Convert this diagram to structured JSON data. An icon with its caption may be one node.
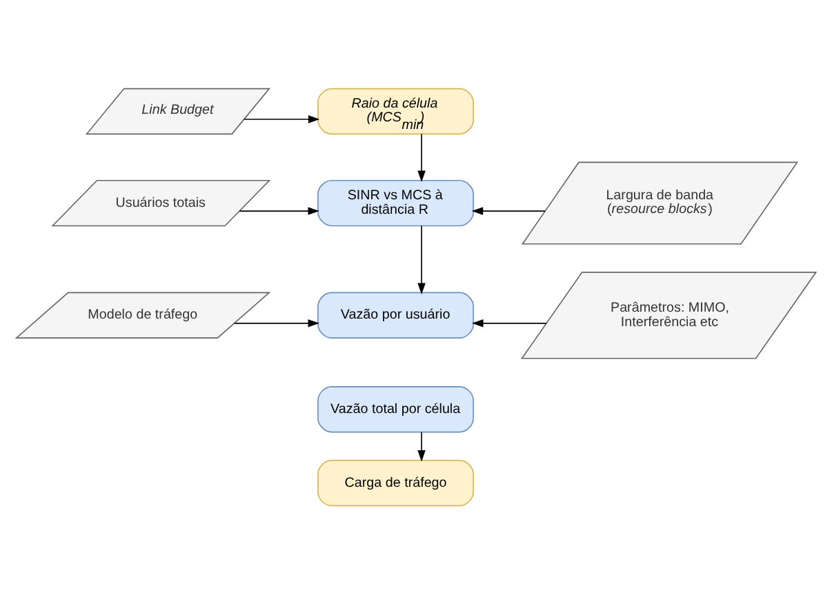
{
  "diagram": {
    "nodes": [
      {
        "text": [
          "Link Budget"
        ]
      },
      {
        "text": [
          "Raio da célula (MCS$_{min}$)"
        ]
      },
      {
        "text": [
          "Usuários totais"
        ]
      },
      {
        "text": [
          "SINR vs MCS à distância R"
        ]
      },
      {
        "text": [
          "Largura de banda (*resource blocks*)"
        ]
      },
      {
        "text": [
          "Modelo de tráfego"
        ]
      },
      {
        "text": [
          "Vazão por usuário"
        ]
      },
      {
        "text": [
          "Parâmetros: MIMO, Interferência etc"
        ]
      },
      {
        "text": [
          "Vazão total por célula"
        ]
      },
      {
        "text": [
          "Carga de tráfego"
        ]
      }
    ],
    "edges": [
      {
        "from": 0,
        "to": 1,
        "arrow": "to"
      },
      {
        "from": 1,
        "to": 3,
        "arrow": "to"
      },
      {
        "from": 2,
        "to": 3,
        "arrow": "to"
      },
      {
        "from": 4,
        "to": 3,
        "arrow": "to"
      },
      {
        "from": 3,
        "to": 6,
        "arrow": "to"
      },
      {
        "from": 5,
        "to": 6,
        "arrow": "to"
      },
      {
        "from": 7,
        "to": 6,
        "arrow": "to"
      },
      {
        "from": 8,
        "to": 9,
        "arrow": "to"
      }
    ]
  }
}
